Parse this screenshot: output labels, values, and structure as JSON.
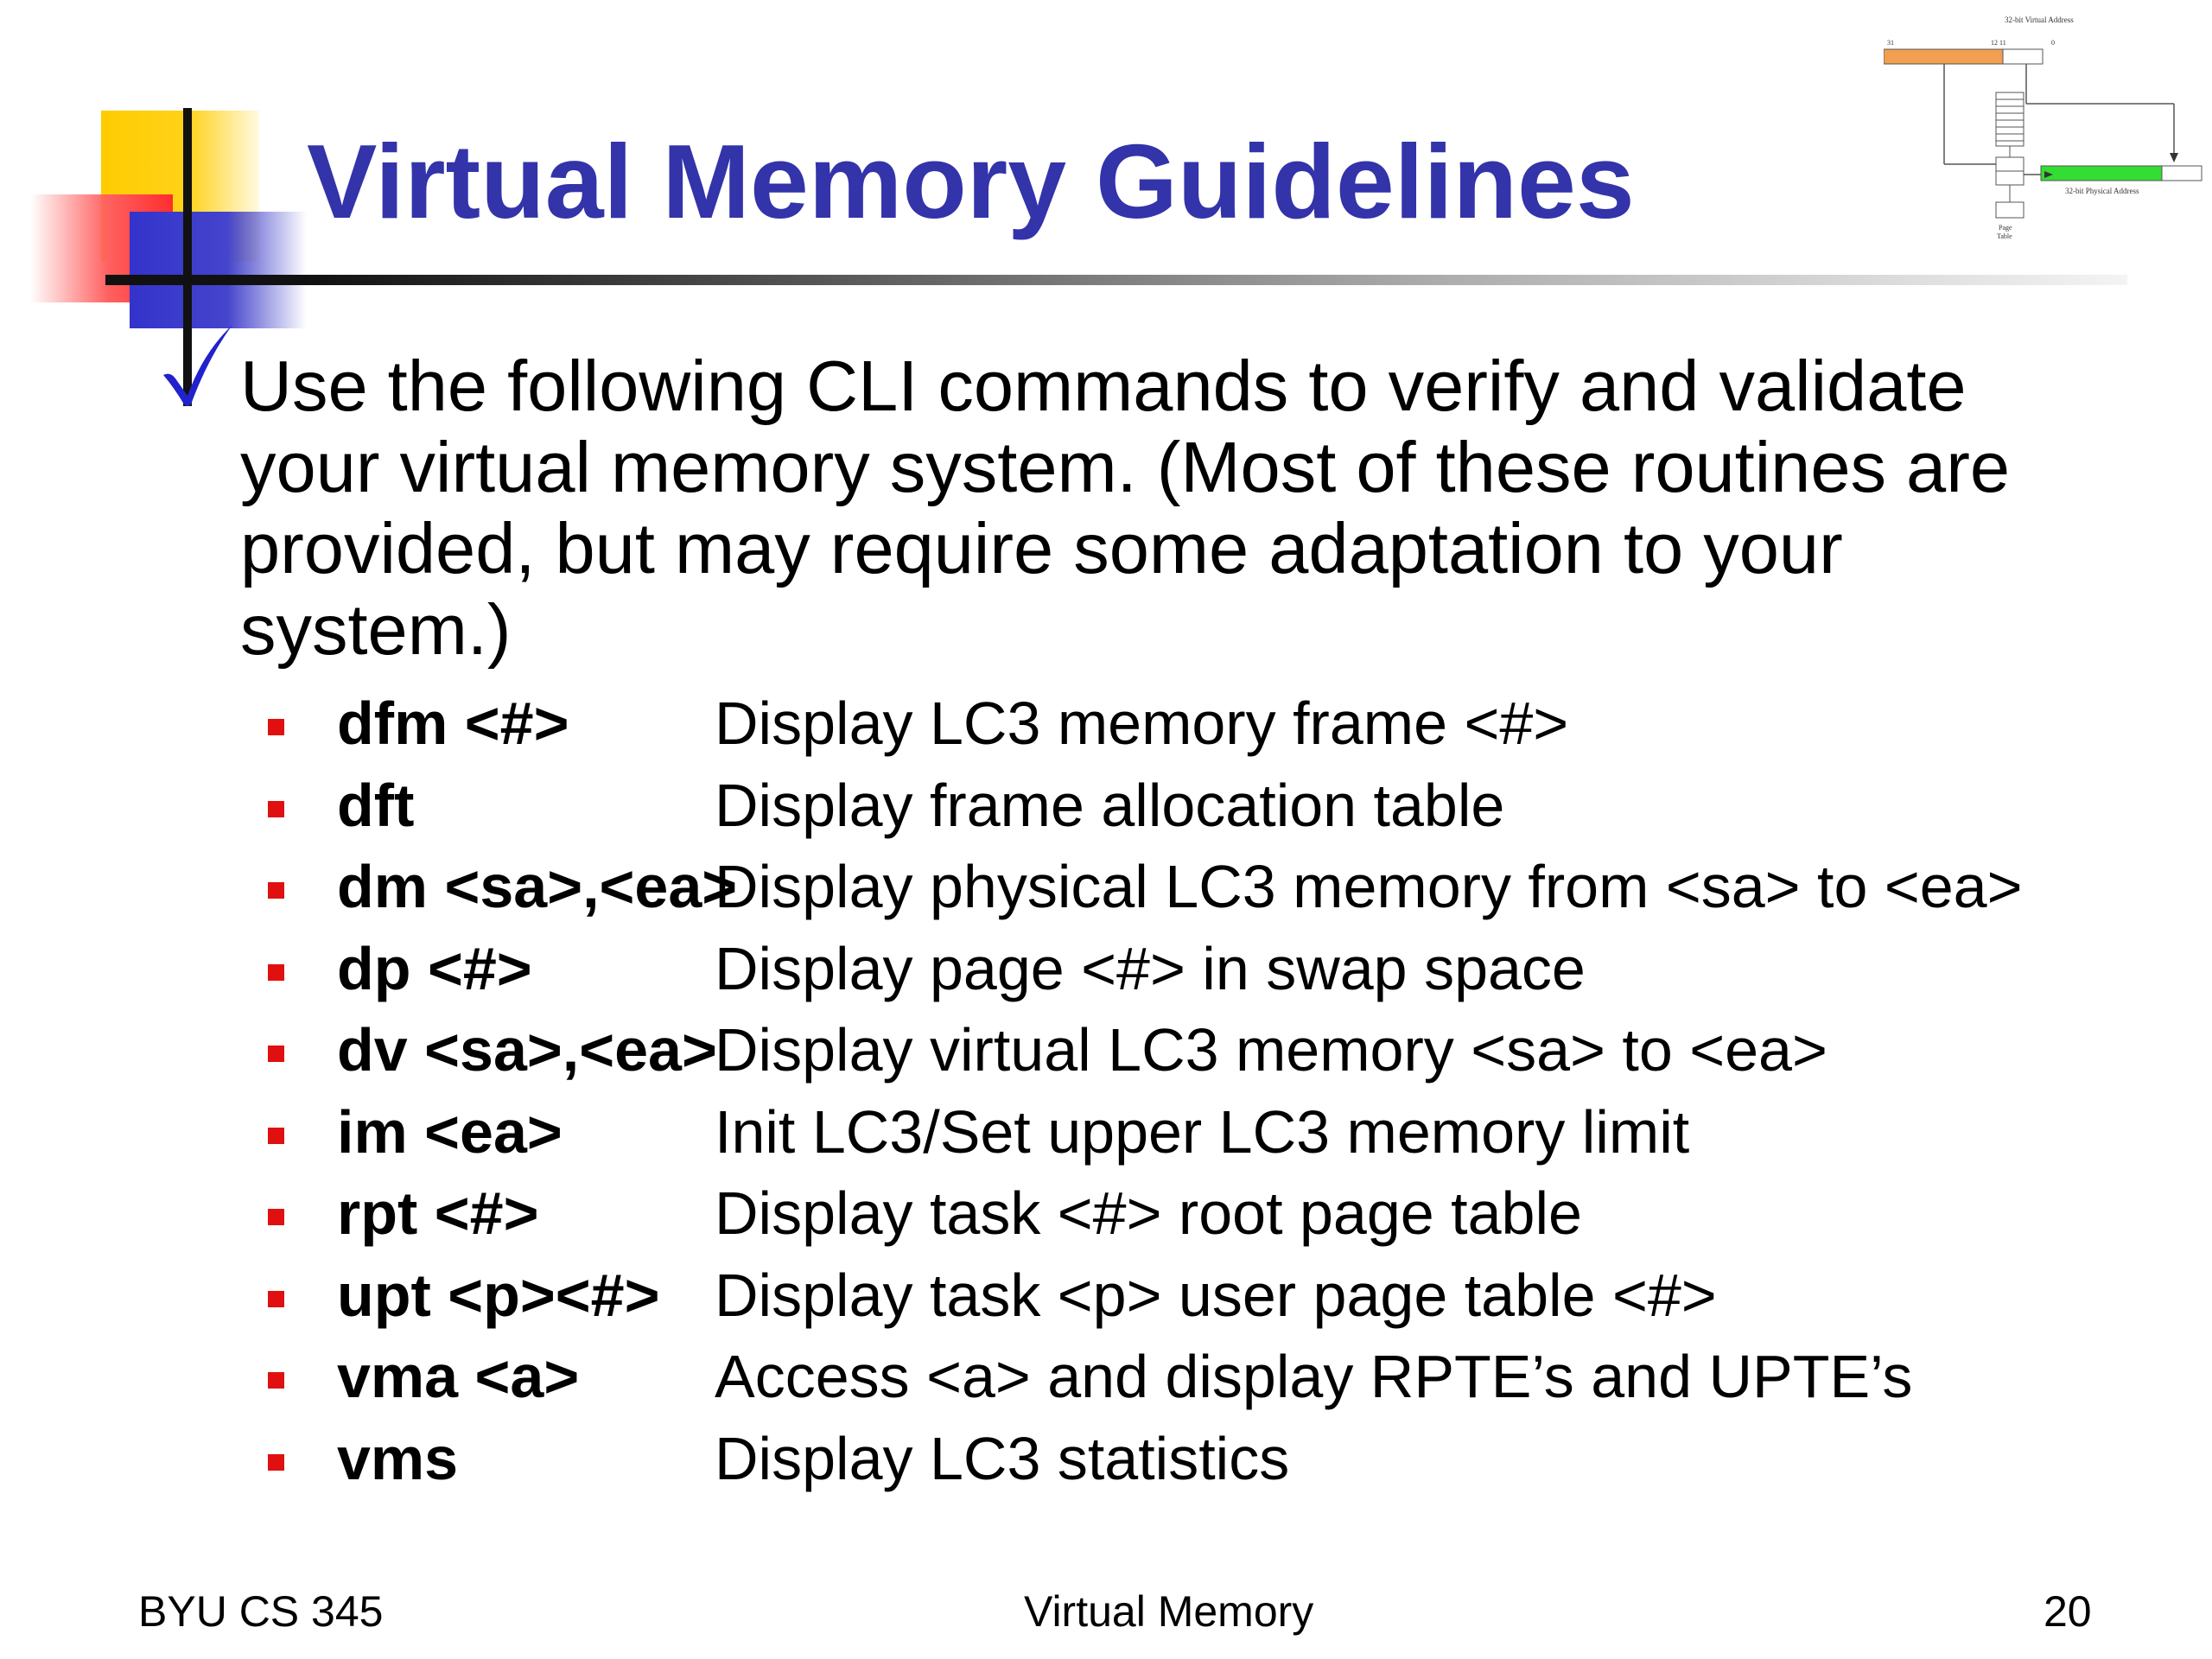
{
  "slide": {
    "title": "Virtual Memory Guidelines",
    "body_lines": [
      "Use the following CLI commands to verify and validate",
      "your virtual memory system.  (Most of these routines are",
      "provided, but may require some adaptation to your",
      "system.)"
    ],
    "commands": [
      {
        "name": "dfm <#>",
        "desc": "Display LC3 memory frame <#>"
      },
      {
        "name": "dft",
        "desc": "Display frame allocation table"
      },
      {
        "name": "dm <sa>,<ea>",
        "desc": "Display physical LC3 memory from <sa> to <ea>"
      },
      {
        "name": "dp <#>",
        "desc": "Display page <#> in swap space"
      },
      {
        "name": "dv <sa>,<ea>",
        "desc": "Display virtual LC3 memory <sa> to <ea>"
      },
      {
        "name": "im <ea>",
        "desc": "Init LC3/Set upper LC3 memory limit"
      },
      {
        "name": "rpt <#>",
        "desc": "Display task <#> root page table"
      },
      {
        "name": "upt <p><#>",
        "desc": "Display task <p> user page table <#>"
      },
      {
        "name": "vma <a>",
        "desc": "Access <a> and display RPTE’s and UPTE’s"
      },
      {
        "name": "vms",
        "desc": "Display LC3 statistics"
      }
    ],
    "footer": {
      "left": "BYU CS 345",
      "center": "Virtual Memory",
      "right": "20"
    }
  },
  "diagram": {
    "virtual_label": "32-bit Virtual Address",
    "bit_31": "31",
    "bit_12_11": "12 11",
    "bit_0": "0",
    "physical_label": "32-bit Physical Address",
    "page_label": "Page",
    "table_label": "Table"
  },
  "colors": {
    "title": "#3333aa",
    "bullet": "#e01010",
    "check": "#2222cc",
    "diagram_orange": "#f0a050",
    "diagram_green": "#33dd33"
  }
}
